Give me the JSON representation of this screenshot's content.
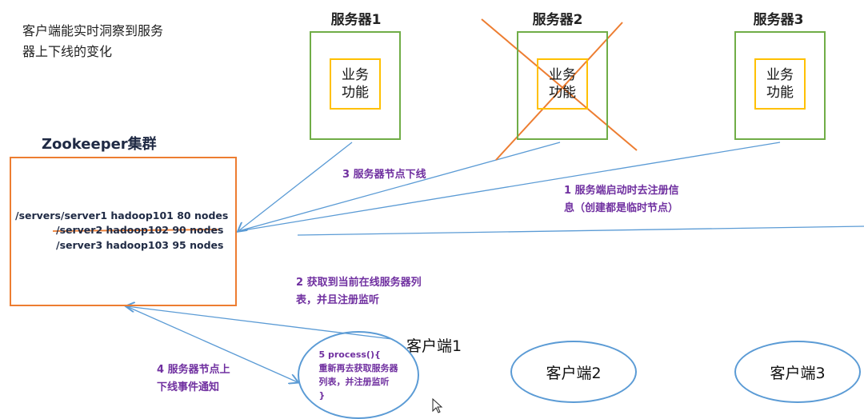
{
  "note": {
    "line1": "客户端能实时洞察到服务",
    "line2": "器上下线的变化"
  },
  "servers": [
    {
      "title": "服务器1",
      "func1": "业务",
      "func2": "功能"
    },
    {
      "title": "服务器2",
      "func1": "业务",
      "func2": "功能"
    },
    {
      "title": "服务器3",
      "func1": "业务",
      "func2": "功能"
    }
  ],
  "zookeeper": {
    "title": "Zookeeper集群",
    "nodes": [
      "/servers/server1  hadoop101  80 nodes",
      "/server2 hadoop102  90 nodes",
      "/server3 hadoop103  95 nodes"
    ]
  },
  "steps": {
    "s1_line1": "1  服务端启动时去注册信",
    "s1_line2": "息（创建都是临时节点）",
    "s2_line1": "2  获取到当前在线服务器列",
    "s2_line2": "表，并且注册监听",
    "s3": "3 服务器节点下线",
    "s4_line1": "4  服务器节点上",
    "s4_line2": "下线事件通知"
  },
  "clients": {
    "c1": "客户端1",
    "c2": "客户端2",
    "c3": "客户端3",
    "process": {
      "line1": "5 process(){",
      "line2": "重新再去获取服务器",
      "line3": "列表，并注册监听",
      "line4": "}"
    }
  },
  "colors": {
    "server_border": "#70ad47",
    "func_border": "#ffc000",
    "zk_border": "#ed7d31",
    "arrow": "#5b9bd5",
    "step_text": "#7030a0"
  }
}
